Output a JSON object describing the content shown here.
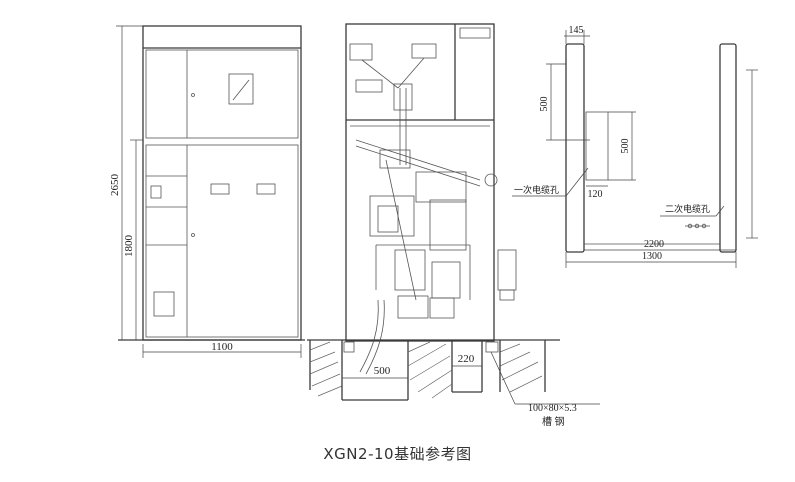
{
  "caption": "XGN2-10基础参考图",
  "dimensions": {
    "overall_height": "2650",
    "lower_height": "1800",
    "cabinet_width": "1100",
    "trench_500": "500",
    "trench_220": "220",
    "plan_145": "145",
    "plan_500_a": "500",
    "plan_500_b": "500",
    "plan_120": "120",
    "plan_2200": "2200",
    "plan_1300": "1300"
  },
  "labels": {
    "primary_cable_hole": "一次电缆孔",
    "secondary_cable_hole": "二次电缆孔",
    "steel_spec": "100×80×5.3",
    "steel_name": "槽 钢"
  }
}
